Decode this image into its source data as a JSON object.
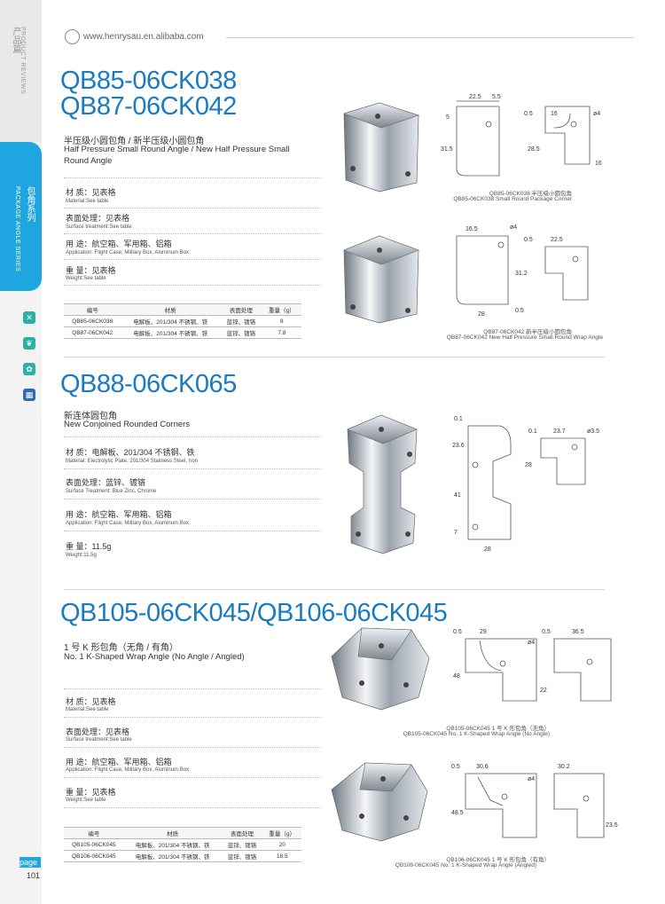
{
  "header": {
    "url": "www.henrysau.en.alibaba.com"
  },
  "sidebar": {
    "top_cn": "产品篇",
    "top_en": "PRODUCT REVIEWS",
    "tab_cn": "包角系列",
    "tab_en": "PACKAGE ANGLE SERIES"
  },
  "sections": [
    {
      "model_line1": "QB85-06CK038",
      "model_line2": "QB87-06CK042",
      "sub_cn": "半压级小圆包角 / 新半压级小圆包角",
      "sub_en1": "Half Pressure Small Round Angle / New Half Pressure Small",
      "sub_en2": "Round Angle",
      "specs": [
        {
          "cn": "材 质：见表格",
          "en": "Material:See table"
        },
        {
          "cn": "表面处理：见表格",
          "en": "Surface treatment:See table"
        },
        {
          "cn": "用 途：航空箱、军用箱、铝箱",
          "en": "Application: Flight Case, Military Box, Aluminum Box"
        },
        {
          "cn": "重 量：见表格",
          "en": "Weight:See table"
        }
      ],
      "table": {
        "headers": [
          "编号",
          "材质",
          "表面处理",
          "重量（g）"
        ],
        "rows": [
          [
            "QB85-06CK038",
            "电解板、201/304 不锈钢、铁",
            "蓝锌、镀铬",
            "8"
          ],
          [
            "QB87-06CK042",
            "电解板、201/304 不锈钢、铁",
            "蓝锌、镀铬",
            "7.8"
          ]
        ]
      },
      "cap1_cn": "QB85-06CK038  半压级小圆包角",
      "cap1_en": "QB85-06CK038 Small Round Package Corner",
      "cap2_cn": "QB87-06CK042 新半压级小圆包角",
      "cap2_en": "QB87-06CK042 New Half Pressure Small Round Wrap Angle",
      "dims1": [
        "22.5",
        "5.5",
        "5",
        "31.5",
        "0.5",
        "16",
        "ø4",
        "28.5",
        "16"
      ],
      "dims2": [
        "16.5",
        "ø4",
        "0.5",
        "22.5",
        "31.2",
        "28",
        "0.5"
      ]
    },
    {
      "model_line1": "QB88-06CK065",
      "sub_cn": "新连体圆包角",
      "sub_en1": "New Conjoined Rounded Corners",
      "specs": [
        {
          "cn": "材 质：电解板、201/304 不锈钢、铁",
          "en": "Material: Electrolytic Plate, 201/304 Stainless Steel, Iron"
        },
        {
          "cn": "表面处理：蓝锌、镀铬",
          "en": "Surface Treatment: Blue Zinc, Chrome"
        },
        {
          "cn": "用 途：航空箱、军用箱、铝箱",
          "en": "Application: Flight Case, Military Box, Aluminum Box"
        },
        {
          "cn": "重 量：11.5g",
          "en": "Weight:11.5g"
        }
      ],
      "dims": [
        "0.1",
        "23.6",
        "41",
        "7",
        "28",
        "0.1",
        "23.7",
        "ø3.5",
        "28"
      ]
    },
    {
      "model_line1": "QB105-06CK045/QB106-06CK045",
      "sub_cn": "1 号 K 形包角（无角 / 有角）",
      "sub_en1": "No. 1 K-Shaped Wrap Angle (No Angle / Angled)",
      "specs": [
        {
          "cn": "材 质：见表格",
          "en": "Material:See table"
        },
        {
          "cn": "表面处理：见表格",
          "en": "Surface treatment:See table"
        },
        {
          "cn": "用 途：航空箱、军用箱、铝箱",
          "en": "Application: Flight Case, Military Box, Aluminum Box"
        },
        {
          "cn": "重 量：见表格",
          "en": "Weight:See table"
        }
      ],
      "table": {
        "headers": [
          "编号",
          "材质",
          "表面处理",
          "重量（g）"
        ],
        "rows": [
          [
            "QB105-06CK045",
            "电解板、201/304 不锈钢、铁",
            "蓝锌、镀铬",
            "20"
          ],
          [
            "QB106-06CK045",
            "电解板、201/304 不锈钢、铁",
            "蓝锌、镀铬",
            "18.5"
          ]
        ]
      },
      "cap1_cn": "QB105-06CK045 1 号 K 形包角（无角）",
      "cap1_en": "QB105-06CK045 No. 1 K-Shaped Wrap Angle (No Angle)",
      "cap2_cn": "QB106-06CK045 1 号 K 形包角（有角）",
      "cap2_en": "QB106-06CK045 No. 1 K-Shaped Wrap Angle (Angled)",
      "dims1": [
        "0.5",
        "29",
        "ø4",
        "0.5",
        "36.5",
        "48",
        "22"
      ],
      "dims2": [
        "0.5",
        "30.6",
        "ø4",
        "30.2",
        "48.5",
        "23.5"
      ]
    }
  ],
  "footer": {
    "page_label": "page",
    "page_number": "101"
  },
  "colors": {
    "accent": "#1fa5e0",
    "model": "#1a7bc2"
  }
}
